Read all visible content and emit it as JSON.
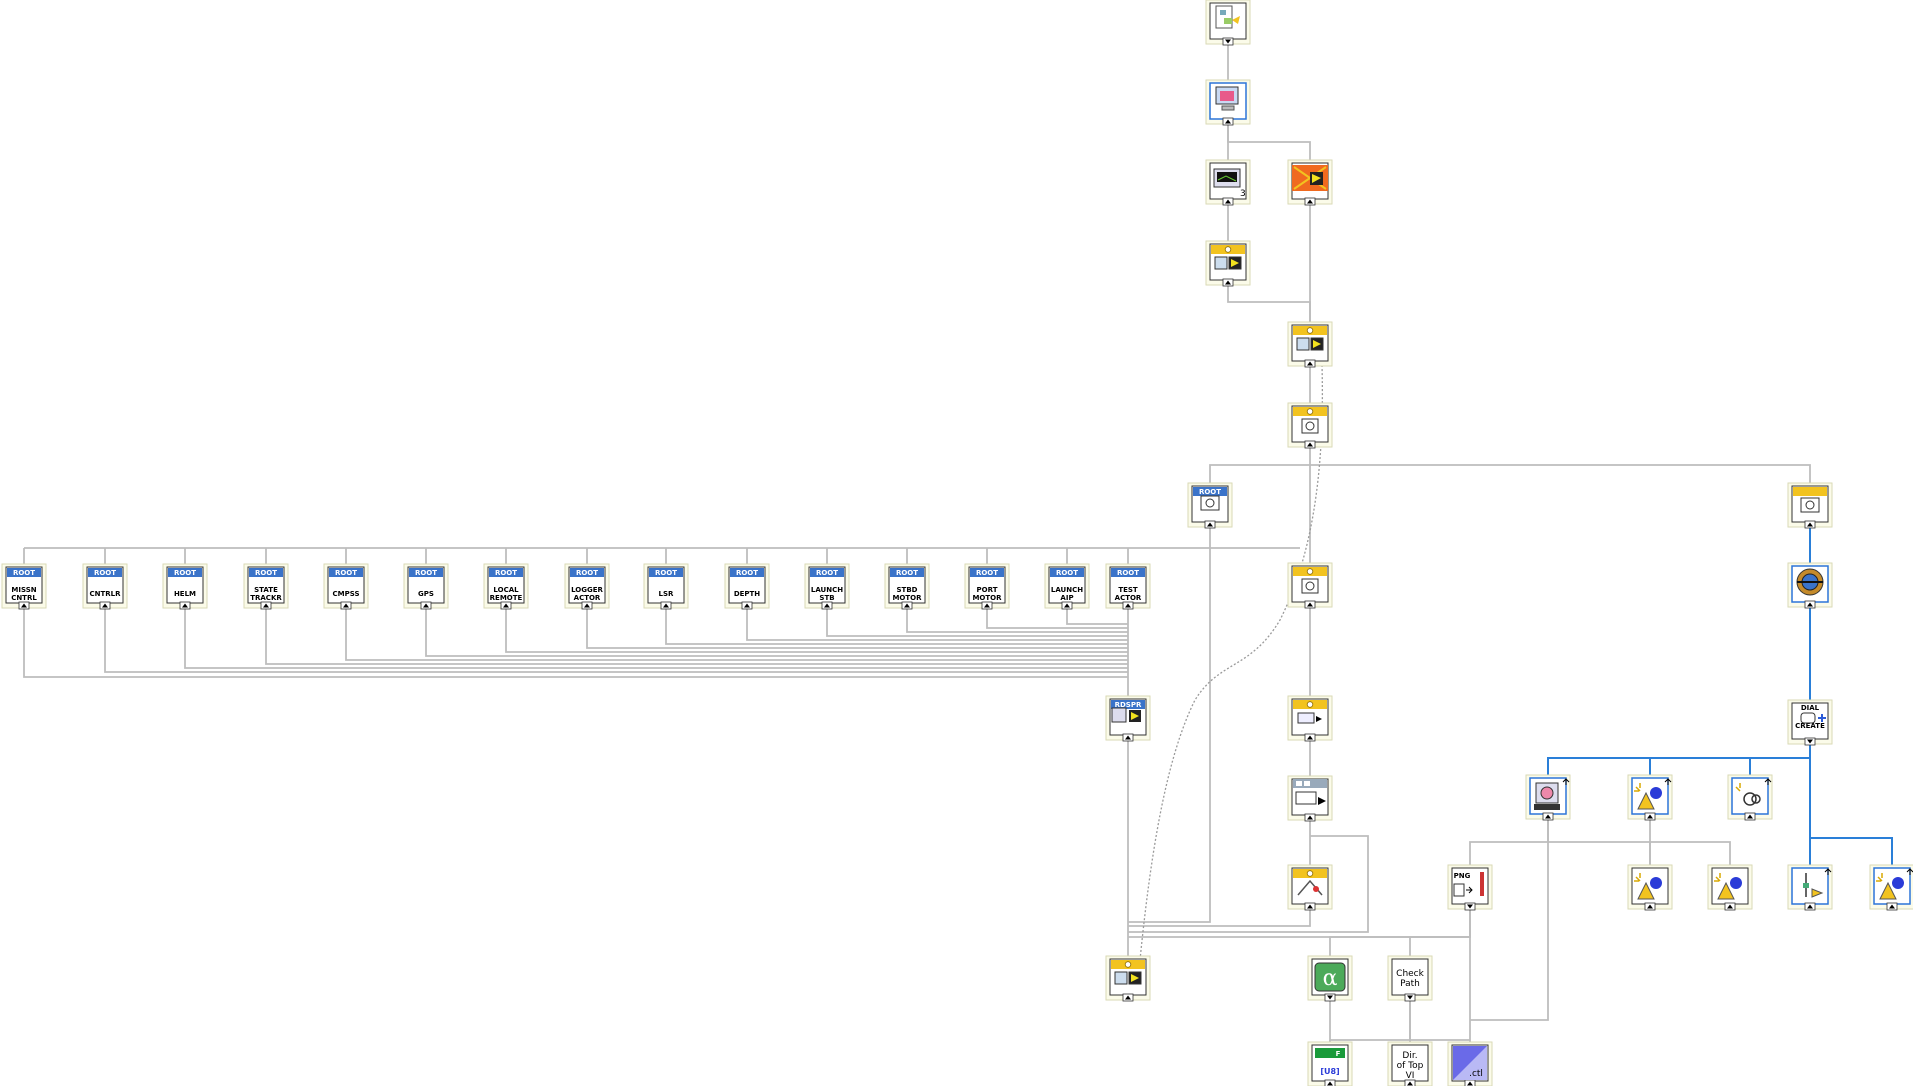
{
  "diagram": {
    "actor_labels": {
      "root": "ROOT",
      "rdspr": "RDSPR",
      "missn_cntrl": [
        "MISSN",
        "CNTRL"
      ],
      "cntrlr": [
        "CNTRLR"
      ],
      "helm": [
        "HELM"
      ],
      "state_trackr": [
        "STATE",
        "TRACKR"
      ],
      "cmpss": [
        "CMPSS"
      ],
      "gps": [
        "GPS"
      ],
      "local_remote": [
        "LOCAL",
        "REMOTE"
      ],
      "logger_actor": [
        "LOGGER",
        "ACTOR"
      ],
      "lsr": [
        "LSR"
      ],
      "depth": [
        "DEPTH"
      ],
      "launch_stb": [
        "LAUNCH",
        "STB"
      ],
      "stbd_motor": [
        "STBD",
        "MOTOR"
      ],
      "port_motor": [
        "PORT",
        "MOTOR"
      ],
      "launch_aip": [
        "LAUNCH",
        "AIP"
      ],
      "test_actor": [
        "TEST",
        "ACTOR"
      ]
    },
    "function_labels": {
      "dial_create": [
        "DIAL",
        "CREATE"
      ],
      "png": "PNG",
      "check_path": [
        "Check",
        "Path"
      ],
      "dir_of_top_vi": [
        "Dir.",
        "of Top",
        "VI"
      ],
      "ctl": ".ctl",
      "u8": "[U8]",
      "f_flag": "F"
    },
    "icons": [
      "vi-hierarchy-icon",
      "computer-icon",
      "config-icon",
      "launch-icon",
      "actor-core-icon",
      "dialog-icon",
      "png-icon",
      "alpha-icon",
      "light-icon",
      "control-icon"
    ],
    "colors": {
      "wire": "#bdbdbd",
      "wire_active": "#2a7fd8",
      "root_header": "#3a73c9",
      "class_header": "#f2c31f",
      "node_frame": "#fbfbe9",
      "selected_border": "#7a1f4a"
    }
  }
}
